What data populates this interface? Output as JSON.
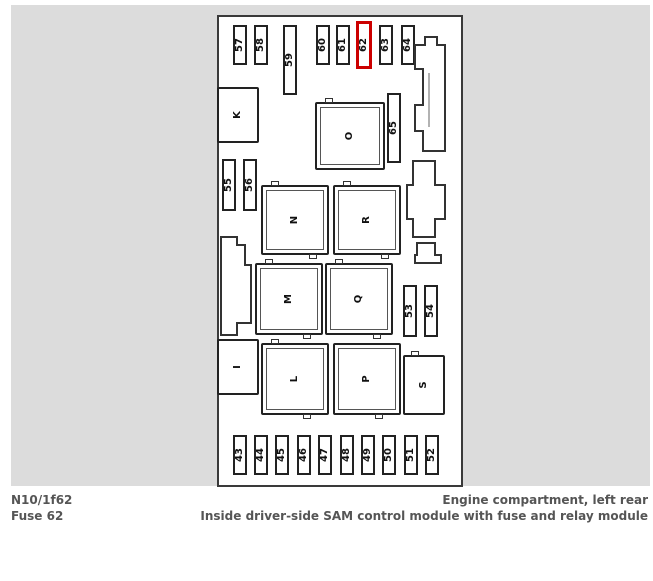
{
  "diagram": {
    "fuses_top": [
      "57",
      "58",
      "59",
      "60",
      "61",
      "62",
      "63",
      "64"
    ],
    "fuse_65": "65",
    "fuses_left": [
      "55",
      "56"
    ],
    "fuses_right": [
      "53",
      "54"
    ],
    "fuses_bottom": [
      "43",
      "44",
      "45",
      "46",
      "47",
      "48",
      "49",
      "50",
      "51",
      "52"
    ],
    "highlighted_fuse": "62",
    "highlight_color": "#cc0000",
    "relays": {
      "K": "K",
      "O": "O",
      "N": "N",
      "R": "R",
      "M": "M",
      "Q": "Q",
      "I": "I",
      "L": "L",
      "P": "P",
      "S": "S"
    }
  },
  "caption": {
    "component_code": "N10/1f62",
    "location": "Engine compartment, left rear",
    "fuse_name": "Fuse 62",
    "module_description": "Inside driver-side SAM control module with fuse and relay module"
  }
}
